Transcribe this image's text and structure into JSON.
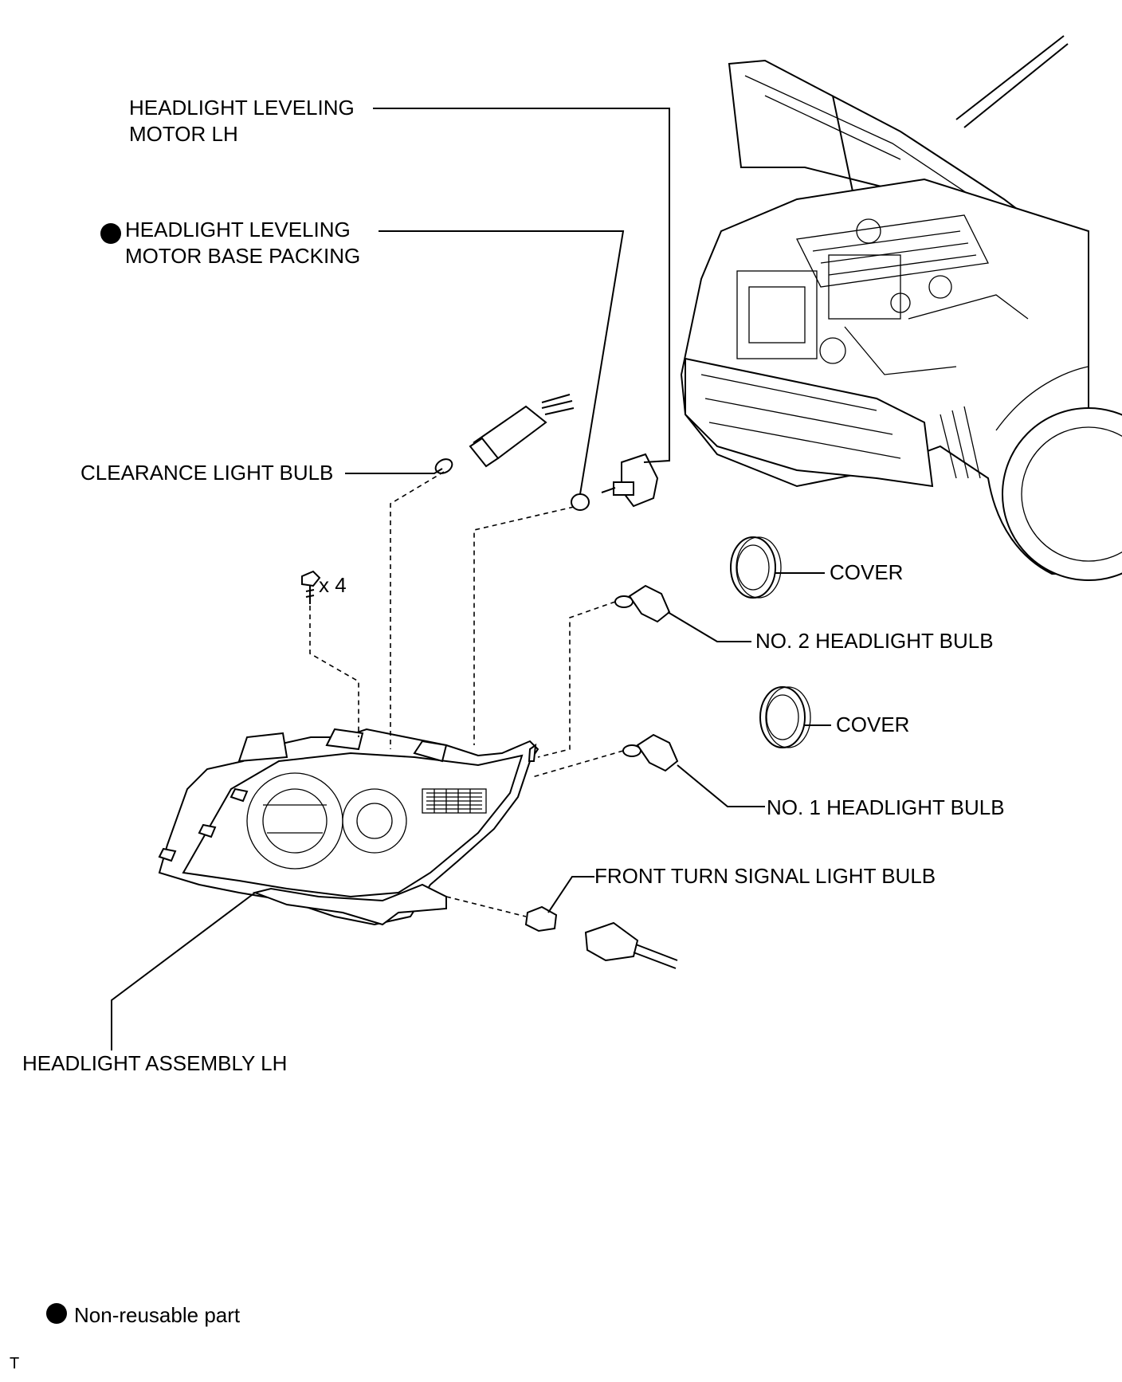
{
  "labels": {
    "leveling_motor": [
      "HEADLIGHT LEVELING",
      "MOTOR LH"
    ],
    "base_packing": [
      "HEADLIGHT LEVELING",
      "MOTOR BASE PACKING"
    ],
    "clearance_bulb": "CLEARANCE LIGHT BULB",
    "screw_qty": "x 4",
    "cover_upper": "COVER",
    "no2_bulb": "NO. 2 HEADLIGHT BULB",
    "cover_lower": "COVER",
    "no1_bulb": "NO. 1 HEADLIGHT BULB",
    "turn_signal_bulb": "FRONT TURN SIGNAL LIGHT BULB",
    "headlight_assembly": "HEADLIGHT ASSEMBLY LH"
  },
  "legend": {
    "non_reusable": "Non-reusable part"
  },
  "sheet_id": "T"
}
